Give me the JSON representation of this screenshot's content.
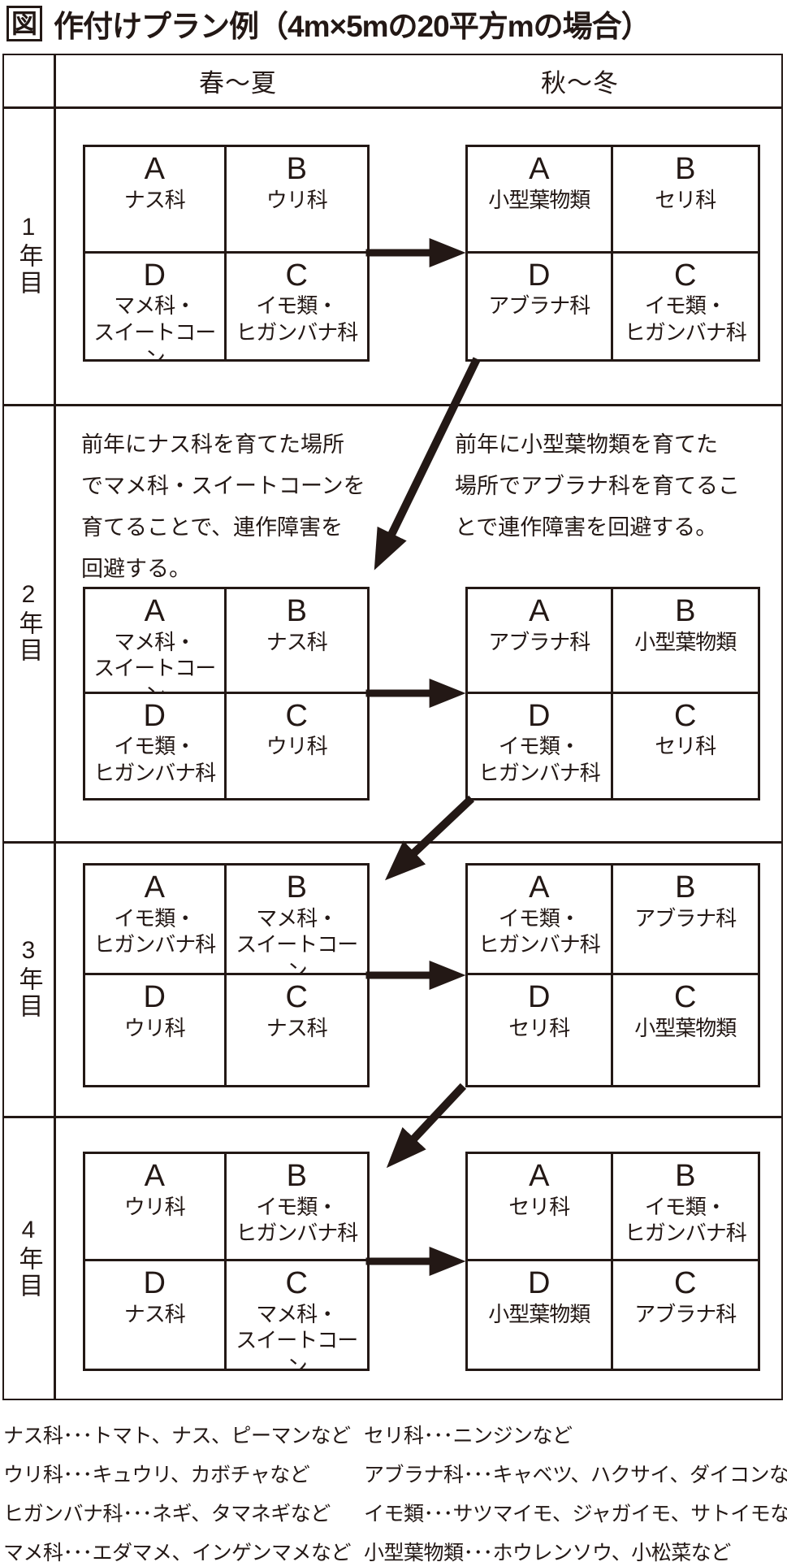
{
  "title": {
    "fig_label": "図",
    "text": "作付けプラン例（4m×5mの20平方mの場合）"
  },
  "header": {
    "spring": "春〜夏",
    "autumn": "秋〜冬"
  },
  "colors": {
    "ink": "#231815",
    "background": "#ffffff"
  },
  "years": [
    {
      "label": "1年目",
      "spring": {
        "cells": [
          {
            "letter": "A",
            "name": "ナス科"
          },
          {
            "letter": "B",
            "name": "ウリ科"
          },
          {
            "letter": "D",
            "name": "マメ科・\nスイートコーン"
          },
          {
            "letter": "C",
            "name": "イモ類・\nヒガンバナ科"
          }
        ]
      },
      "autumn": {
        "cells": [
          {
            "letter": "A",
            "name": "小型葉物類"
          },
          {
            "letter": "B",
            "name": "セリ科"
          },
          {
            "letter": "D",
            "name": "アブラナ科"
          },
          {
            "letter": "C",
            "name": "イモ類・\nヒガンバナ科"
          }
        ]
      }
    },
    {
      "label": "2年目",
      "note_left": "前年にナス科を育てた場所\nでマメ科・スイートコーンを\n育てることで、連作障害を\n回避する。",
      "note_right": "前年に小型葉物類を育てた\n場所でアブラナ科を育てるこ\nとで連作障害を回避する。",
      "spring": {
        "cells": [
          {
            "letter": "A",
            "name": "マメ科・\nスイートコーン"
          },
          {
            "letter": "B",
            "name": "ナス科"
          },
          {
            "letter": "D",
            "name": "イモ類・\nヒガンバナ科"
          },
          {
            "letter": "C",
            "name": "ウリ科"
          }
        ]
      },
      "autumn": {
        "cells": [
          {
            "letter": "A",
            "name": "アブラナ科"
          },
          {
            "letter": "B",
            "name": "小型葉物類"
          },
          {
            "letter": "D",
            "name": "イモ類・\nヒガンバナ科"
          },
          {
            "letter": "C",
            "name": "セリ科"
          }
        ]
      }
    },
    {
      "label": "3年目",
      "spring": {
        "cells": [
          {
            "letter": "A",
            "name": "イモ類・\nヒガンバナ科"
          },
          {
            "letter": "B",
            "name": "マメ科・\nスイートコーン"
          },
          {
            "letter": "D",
            "name": "ウリ科"
          },
          {
            "letter": "C",
            "name": "ナス科"
          }
        ]
      },
      "autumn": {
        "cells": [
          {
            "letter": "A",
            "name": "イモ類・\nヒガンバナ科"
          },
          {
            "letter": "B",
            "name": "アブラナ科"
          },
          {
            "letter": "D",
            "name": "セリ科"
          },
          {
            "letter": "C",
            "name": "小型葉物類"
          }
        ]
      }
    },
    {
      "label": "4年目",
      "spring": {
        "cells": [
          {
            "letter": "A",
            "name": "ウリ科"
          },
          {
            "letter": "B",
            "name": "イモ類・\nヒガンバナ科"
          },
          {
            "letter": "D",
            "name": "ナス科"
          },
          {
            "letter": "C",
            "name": "マメ科・\nスイートコーン"
          }
        ]
      },
      "autumn": {
        "cells": [
          {
            "letter": "A",
            "name": "セリ科"
          },
          {
            "letter": "B",
            "name": "イモ類・\nヒガンバナ科"
          },
          {
            "letter": "D",
            "name": "小型葉物類"
          },
          {
            "letter": "C",
            "name": "アブラナ科"
          }
        ]
      }
    }
  ],
  "legend": {
    "left": [
      "ナス科･･･トマト、ナス、ピーマンなど",
      "ウリ科･･･キュウリ、カボチャなど",
      "ヒガンバナ科･･･ネギ、タマネギなど",
      "マメ科･･･エダマメ、インゲンマメなど"
    ],
    "right": [
      "セリ科･･･ニンジンなど",
      "アブラナ科･･･キャベツ、ハクサイ、ダイコンなど",
      "イモ類･･･サツマイモ、ジャガイモ、サトイモなど",
      "小型葉物類･･･ホウレンソウ、小松菜など"
    ]
  }
}
